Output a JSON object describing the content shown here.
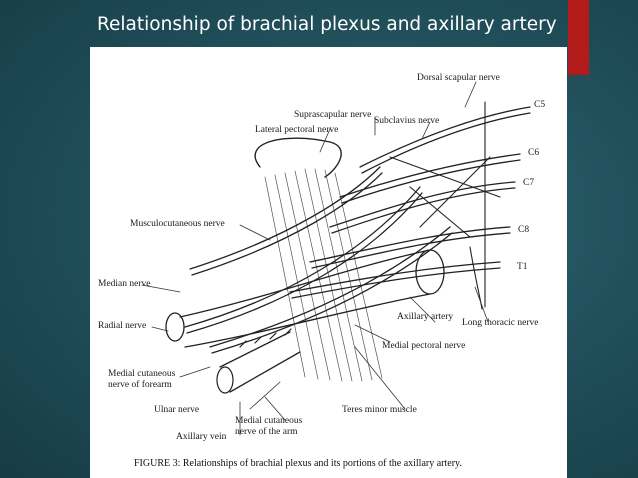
{
  "slide": {
    "title": "Relationship of brachial plexus and axillary artery",
    "accent_color": "#b31b1b",
    "background_color": "#1f4d58"
  },
  "figure": {
    "labels": {
      "dorsal_scapular": "Dorsal scapular nerve",
      "c5": "C5",
      "suprascapular": "Suprascapular nerve",
      "subclavius": "Subclavius nerve",
      "lateral_pectoral": "Lateral pectoral nerve",
      "c6": "C6",
      "c7": "C7",
      "musculocutaneous": "Musculocutaneous nerve",
      "c8": "C8",
      "t1": "T1",
      "median": "Median nerve",
      "radial": "Radial nerve",
      "axillary_artery": "Axillary artery",
      "long_thoracic": "Long thoracic nerve",
      "medial_pectoral": "Medial pectoral nerve",
      "medial_cutaneous_forearm_1": "Medial cutaneous",
      "medial_cutaneous_forearm_2": "nerve of forearm",
      "ulnar": "Ulnar nerve",
      "teres_minor": "Teres minor muscle",
      "medial_cutaneous_arm_1": "Medial cutaneous",
      "medial_cutaneous_arm_2": "nerve of the arm",
      "axillary_vein": "Axillary vein"
    },
    "caption": "FIGURE 3: Relationships of brachial plexus and its portions of the axillary artery."
  }
}
